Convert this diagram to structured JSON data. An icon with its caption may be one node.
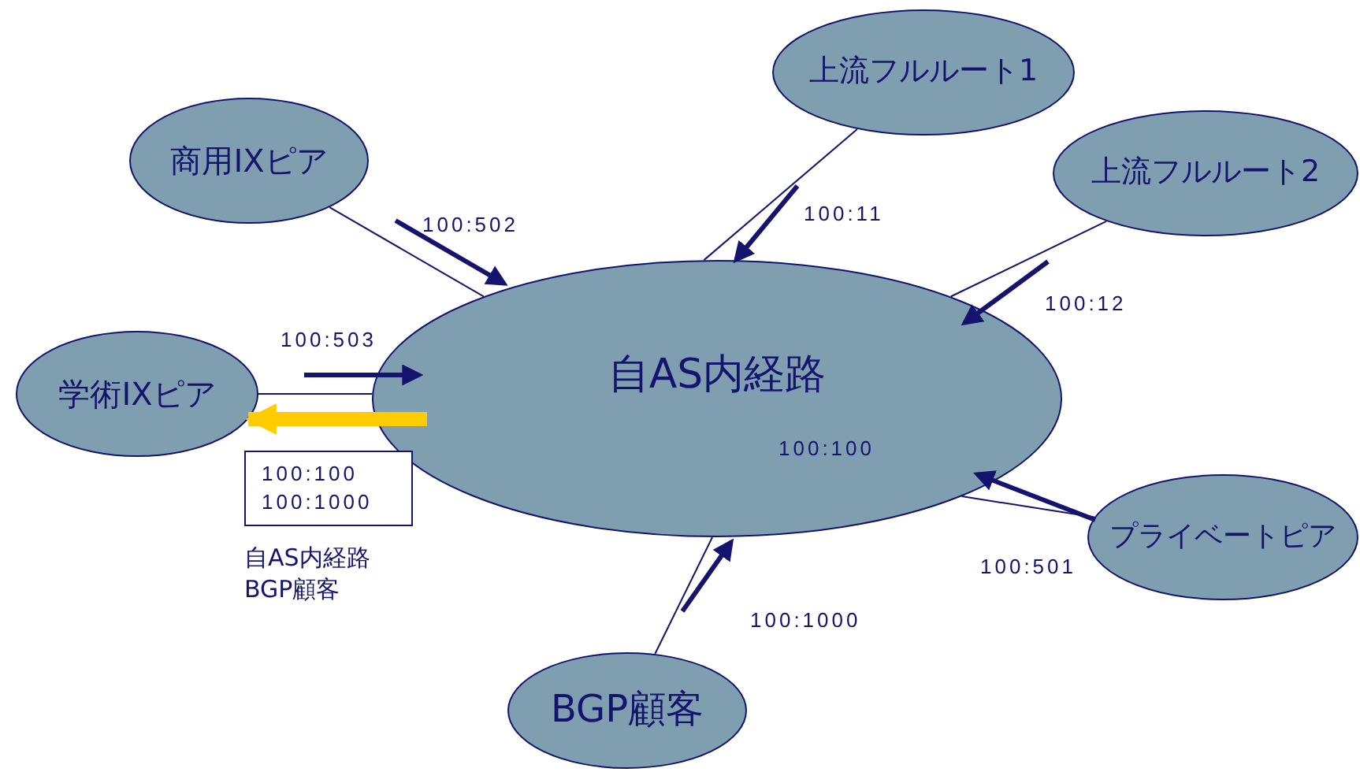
{
  "diagram": {
    "nodes": [
      {
        "text": [
          "上流フルルート1"
        ]
      },
      {
        "text": [
          "商用IXピア"
        ]
      },
      {
        "text": [
          "上流フルルート2"
        ]
      },
      {
        "text": [
          "自AS内経路",
          "100:100"
        ]
      },
      {
        "text": [
          "学術IXピア"
        ]
      },
      {
        "text": [
          "100:100 100:1000"
        ],
        "beside": [
          "自AS内経路 BGP顧客"
        ]
      },
      {
        "text": [
          "プライベートピア"
        ]
      },
      {
        "text": [
          "BGP顧客"
        ]
      }
    ],
    "edges": [
      {
        "from": 1,
        "to": 3,
        "arrow": "none"
      },
      {
        "from": 0,
        "to": 3,
        "arrow": "none"
      },
      {
        "from": 2,
        "to": 3,
        "arrow": "none"
      },
      {
        "from": 4,
        "to": 3,
        "arrow": "none"
      },
      {
        "from": 6,
        "to": 3,
        "arrow": "none"
      },
      {
        "from": 7,
        "to": 3,
        "arrow": "none"
      },
      {
        "from": 3,
        "to": 4,
        "arrow": "to",
        "style": "thick",
        "color": "#ffcc00"
      }
    ],
    "labels": [
      "100:502",
      "100:11",
      "100:12",
      "100:503",
      "100:501",
      "100:1000"
    ]
  }
}
